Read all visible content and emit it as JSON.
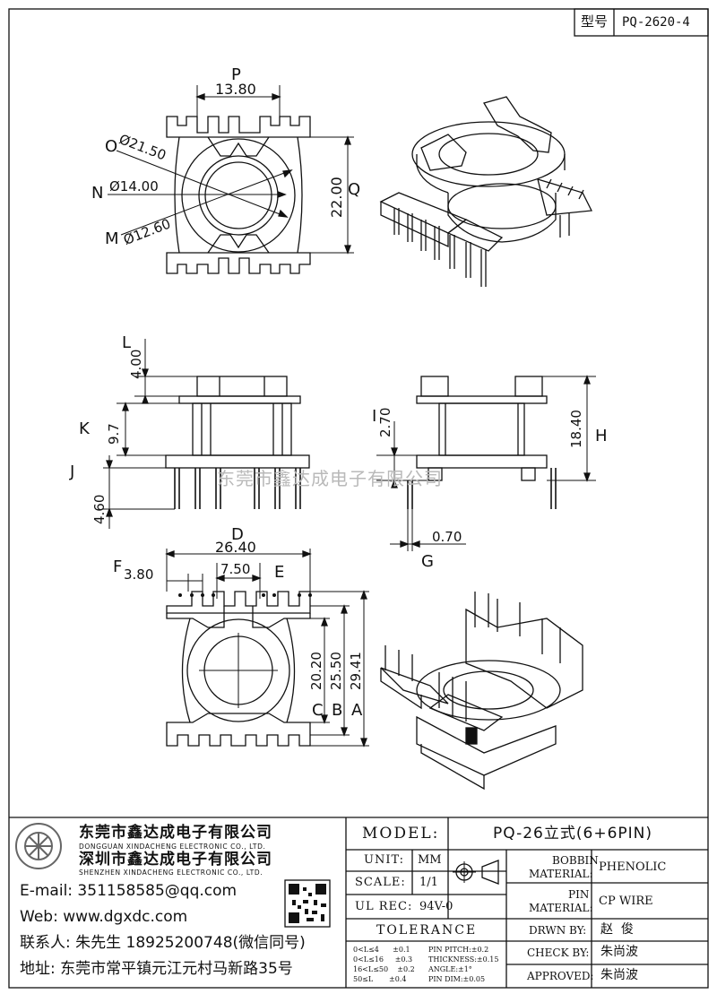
{
  "model_code": {
    "label": "型号",
    "value": "PQ-2620-4"
  },
  "watermark": "东莞市鑫达成电子有限公司",
  "top_view": {
    "P": "P",
    "P_val": "13.80",
    "O": "O",
    "O_val": "Ø21.50",
    "N": "N",
    "N_val": "Ø14.00",
    "M": "M",
    "M_val": "Ø12.60",
    "Q": "Q",
    "Q_val": "22.00"
  },
  "side_view": {
    "L": "L",
    "L_val": "4.00",
    "K": "K",
    "K_val": "9.7",
    "J": "J",
    "J_val": "4.60"
  },
  "front_view": {
    "I": "I",
    "I_val": "2.70",
    "H": "H",
    "H_val": "18.40",
    "G": "G",
    "G_val": "0.70"
  },
  "bottom_view": {
    "D": "D",
    "D_val": "26.40",
    "F": "F",
    "F_val": "3.80",
    "E": "E",
    "E_val": "7.50",
    "C": "C",
    "C_val": "20.20",
    "B": "B",
    "B_val": "25.50",
    "A": "A",
    "A_val": "29.41"
  },
  "company": {
    "name_cn_1": "东莞市鑫达成电子有限公司",
    "name_en_1": "DONGGUAN XINDACHENG ELECTRONIC CO., LTD.",
    "name_cn_2": "深圳市鑫达成电子有限公司",
    "name_en_2": "SHENZHEN XINDACHENG ELECTRONIC CO., LTD.",
    "email": "E-mail: 351158585@qq.com",
    "web": "Web: www.dgxdc.com",
    "contact": "联系人: 朱先生 18925200748(微信同号)",
    "address": "地址: 东莞市常平镇元江元村马新路35号"
  },
  "title_block": {
    "model_label": "MODEL:",
    "model_value": "PQ-26立式(6+6PIN)",
    "unit_label": "UNIT:",
    "unit_value": "MM",
    "scale_label": "SCALE:",
    "scale_value": "1/1",
    "ulrec_label": "UL REC:",
    "ulrec_value": "94V-0",
    "tolerance_label": "TOLERANCE",
    "tol_1": "0<L≤4      ±0.1",
    "tol_2": "0<L≤16     ±0.3",
    "tol_3": "16<L≤50    ±0.2",
    "tol_4": "50≤L       ±0.4",
    "tol_5": "PIN PITCH:±0.2",
    "tol_6": "THICKNESS:±0.15",
    "tol_7": "ANGLE:±1°",
    "tol_8": "PIN DIM:±0.05",
    "bobbin_label_1": "BOBBIN",
    "bobbin_label_2": "MATERIAL:",
    "bobbin_value": "PHENOLIC",
    "pin_label_1": "PIN",
    "pin_label_2": "MATERIAL:",
    "pin_value": "CP WIRE",
    "drwn_label": "DRWN BY:",
    "drwn_value": "赵  俊",
    "check_label": "CHECK BY:",
    "check_value": "朱尚波",
    "approved_label": "APPROVED:",
    "approved_value": "朱尚波"
  }
}
